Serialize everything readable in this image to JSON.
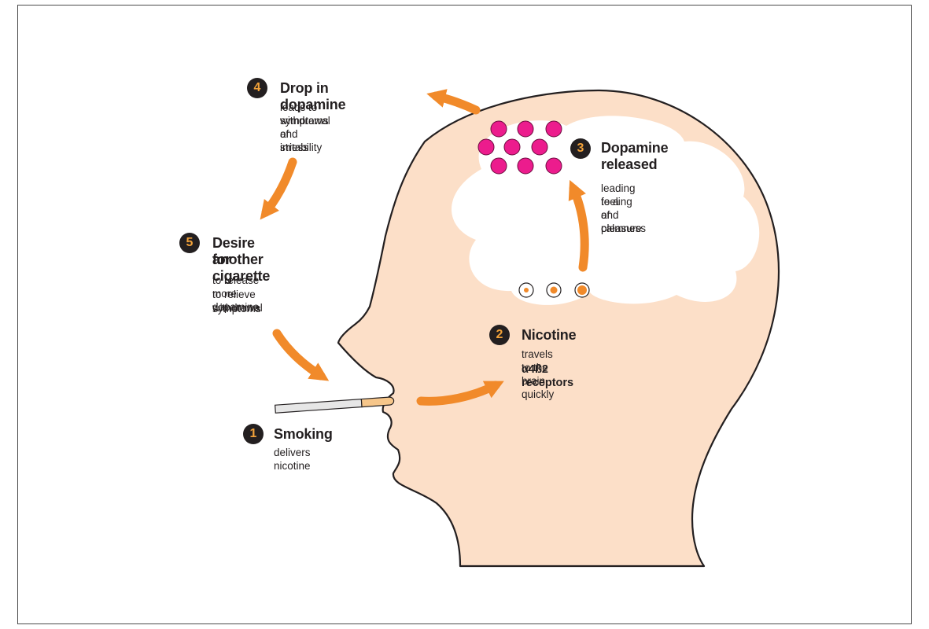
{
  "colors": {
    "skin": "#fcdfc8",
    "brain": "#ffffff",
    "outline": "#231f20",
    "arrow": "#f18a2a",
    "dopamine": "#ec1c8d",
    "badge_bg": "#231f20",
    "badge_text": "#f2a23a",
    "cigarette_paper": "#e6e6e6",
    "cigarette_filter": "#f6c68a"
  },
  "steps": [
    {
      "number": "1",
      "title": "Smoking",
      "description": "delivers nicotine"
    },
    {
      "number": "2",
      "title": "Nicotine",
      "description": "travels to the brain quickly",
      "extra": "α4ß2 receptors"
    },
    {
      "number": "3",
      "title": "Dopamine released",
      "title_line1": "Dopamine",
      "title_line2": "released",
      "description_lines": [
        "leading to a",
        "feeling of pleasure",
        "and calmness"
      ]
    },
    {
      "number": "4",
      "title": "Drop in dopamine",
      "description_lines": [
        "leads to withdrawal",
        "symptoms of irritability",
        "and stress"
      ]
    },
    {
      "number": "5",
      "title": "Desire for another cigarette",
      "title_line1": "Desire for",
      "title_line2": "another cigarette",
      "description_lines": [
        "to release more dopamine",
        "to relieve withdrawal",
        "symptoms"
      ]
    }
  ],
  "icons": {
    "head": "head-silhouette",
    "brain": "brain-shape",
    "cigarette": "cigarette-icon",
    "dopamine": "dopamine-molecule-icon",
    "receptor": "receptor-icon",
    "arrow": "cycle-arrow-icon"
  }
}
